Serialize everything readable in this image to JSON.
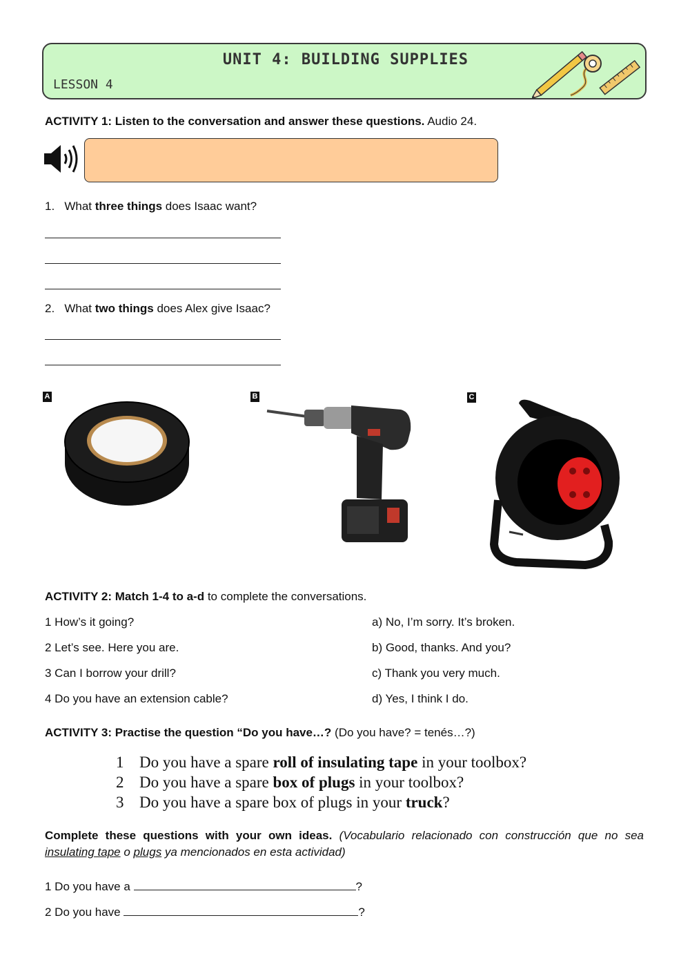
{
  "header": {
    "title": "UNIT 4: BUILDING SUPPLIES",
    "lesson": "LESSON 4",
    "bg_color": "#ccf7c6"
  },
  "activity1": {
    "heading": "ACTIVITY 1: Listen to the conversation and answer these questions.",
    "audio_note": " Audio 24.",
    "audio_icon": "speaker-icon",
    "audio_box_color": "#ffcc99",
    "q1": {
      "pre": "1.   What ",
      "bold": "three things",
      "post": " does Isaac want?"
    },
    "q2": {
      "pre": "2.   What ",
      "bold": "two things",
      "post": " does Alex give Isaac?"
    }
  },
  "images": [
    {
      "label": "A",
      "icon": "insulating-tape-icon"
    },
    {
      "label": "B",
      "icon": "cordless-drill-icon"
    },
    {
      "label": "C",
      "icon": "extension-cable-reel-icon"
    }
  ],
  "activity2": {
    "heading_bold": "ACTIVITY 2: Match 1-4 to a-d",
    "heading_rest": " to complete the conversations.",
    "left": [
      "1 How’s it going?",
      "2 Let’s see. Here you are.",
      "3 Can I borrow your drill?",
      "4 Do you have an extension cable?"
    ],
    "right": [
      "a) No, I’m sorry. It’s broken.",
      "b) Good, thanks. And you?",
      "c) Thank you very much.",
      "d) Yes, I think I do."
    ]
  },
  "activity3": {
    "heading_bold": "ACTIVITY 3: Practise the question “Do you have…?",
    "heading_rest": " (Do you have? = tenés…?)",
    "examples": [
      {
        "num": "1",
        "pre": "Do you have a spare ",
        "bold": "roll of insulating tape",
        "post": " in your toolbox?"
      },
      {
        "num": "2",
        "pre": "Do you have a spare ",
        "bold": "box of plugs",
        "post": " in your toolbox?"
      },
      {
        "num": "3",
        "pre": "Do you have a spare box of plugs in your ",
        "bold": "truck",
        "post": "?"
      }
    ]
  },
  "complete": {
    "heading_bold": "Complete these questions with your own ideas.",
    "note_1": " (Vocabulario relacionado con construcción que no sea",
    "note_u1": "insulating tape",
    "note_mid": " o ",
    "note_u2": "plugs",
    "note_end": " ya mencionados en esta actividad)",
    "items": [
      {
        "pre": "1 Do you have a ",
        "post": "?"
      },
      {
        "pre": "2 Do you have ",
        "post": "?"
      }
    ]
  }
}
